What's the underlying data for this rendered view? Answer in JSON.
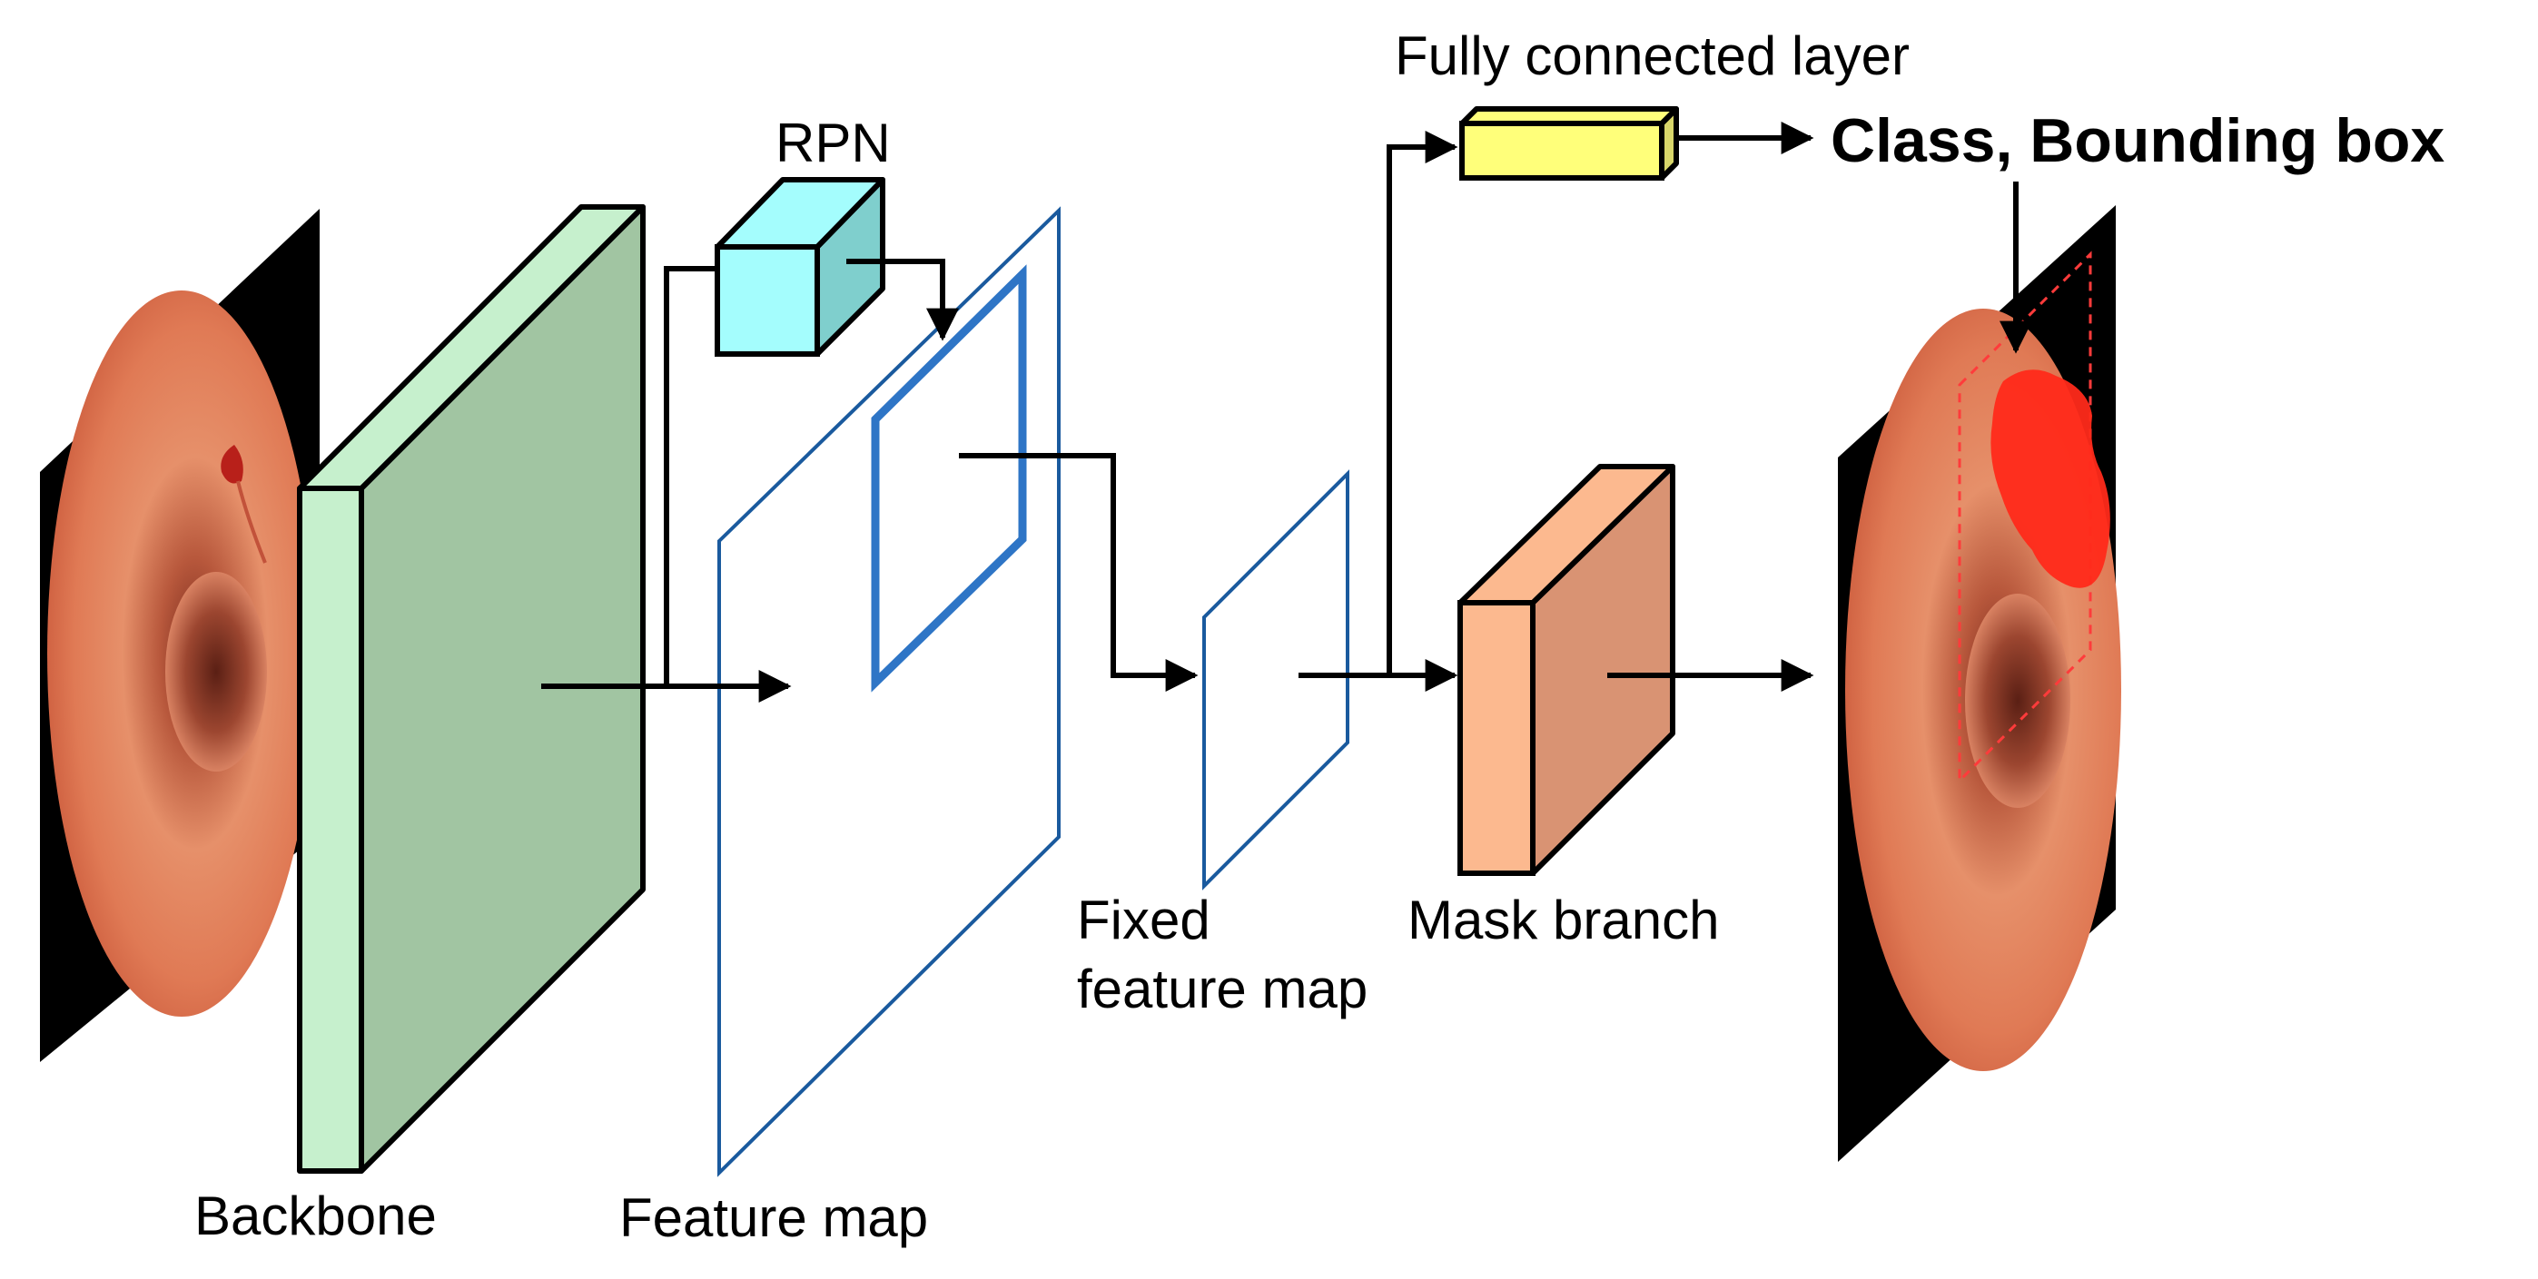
{
  "labels": {
    "backbone": "Backbone",
    "feature_map": "Feature map",
    "rpn": "RPN",
    "fixed_feature_map_line1": "Fixed",
    "fixed_feature_map_line2": "feature map",
    "fully_connected_layer": "Fully connected layer",
    "class_bbox": "Class, Bounding box",
    "mask_branch": "Mask branch"
  },
  "colors": {
    "backbone_front": "#c6f0cd",
    "backbone_side": "#a1c5a2",
    "rpn_front": "#a4fdfd",
    "rpn_side": "#7fcfcd",
    "fc_front": "#ffff7a",
    "fc_side": "#d8d66a",
    "mask_front": "#fcb98f",
    "mask_side": "#d99373",
    "feature_map_outline": "#1a5a9e",
    "roi_outline": "#2e75c6",
    "arrow": "#000000",
    "tissue": "#e07a55",
    "lesion": "#ff2a1a"
  }
}
